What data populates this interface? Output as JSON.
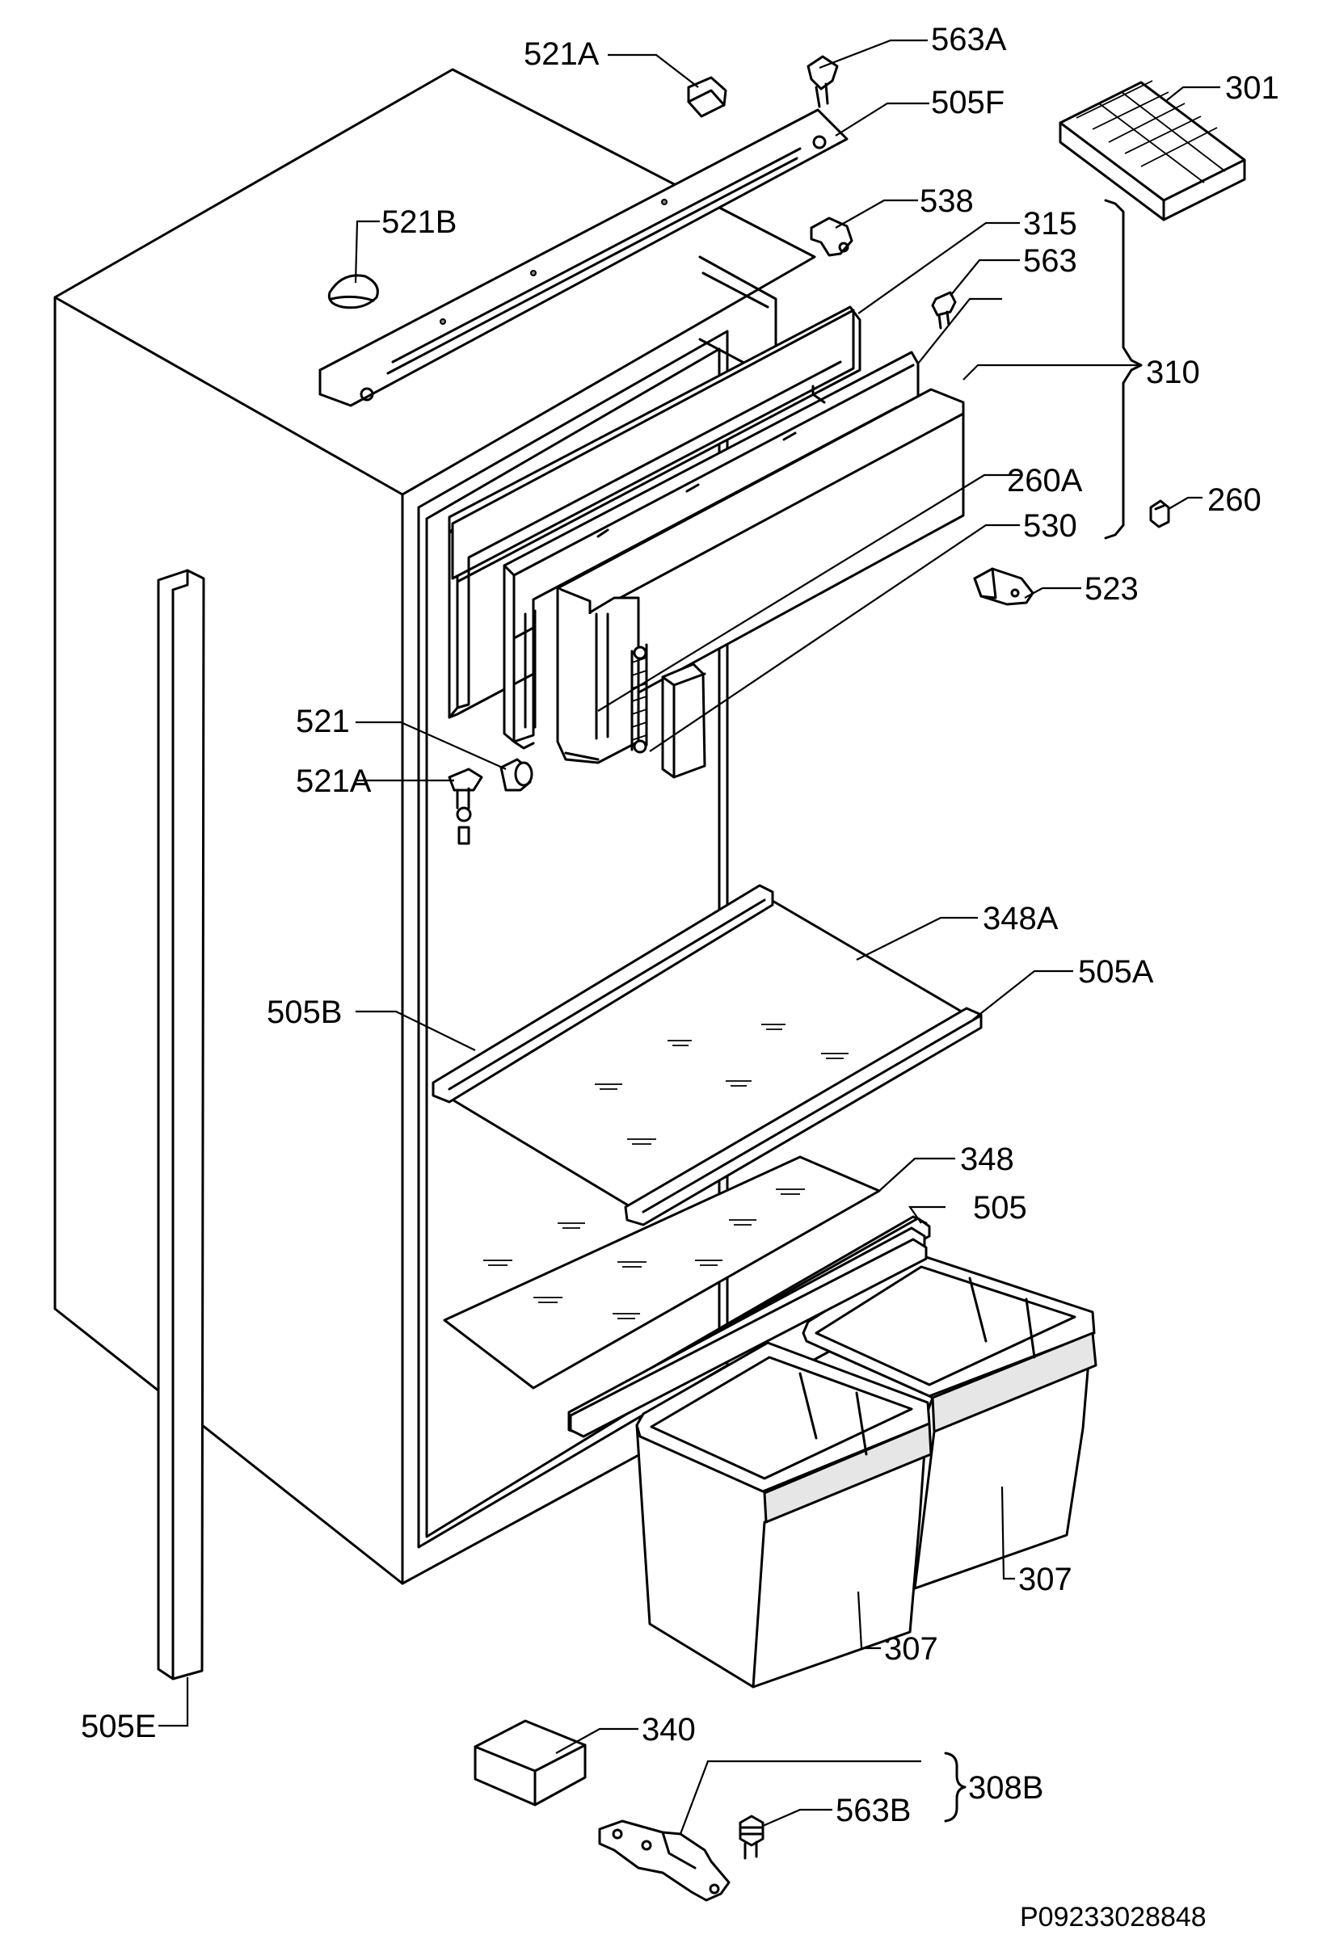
{
  "labels": [
    {
      "id": "l-521a-top",
      "num": "521",
      "suffix": "A"
    },
    {
      "id": "l-563a",
      "num": "563",
      "suffix": "A"
    },
    {
      "id": "l-505f",
      "num": "505",
      "suffix": "F"
    },
    {
      "id": "l-301",
      "num": "301",
      "suffix": ""
    },
    {
      "id": "l-521b",
      "num": "521",
      "suffix": "B"
    },
    {
      "id": "l-538",
      "num": "538",
      "suffix": ""
    },
    {
      "id": "l-315",
      "num": "315",
      "suffix": ""
    },
    {
      "id": "l-563",
      "num": "563",
      "suffix": ""
    },
    {
      "id": "l-310",
      "num": "310",
      "suffix": ""
    },
    {
      "id": "l-260a",
      "num": "260",
      "suffix": "A"
    },
    {
      "id": "l-260",
      "num": "260",
      "suffix": ""
    },
    {
      "id": "l-530",
      "num": "530",
      "suffix": ""
    },
    {
      "id": "l-523",
      "num": "523",
      "suffix": ""
    },
    {
      "id": "l-521",
      "num": "521",
      "suffix": ""
    },
    {
      "id": "l-521a-mid",
      "num": "521",
      "suffix": "A"
    },
    {
      "id": "l-348a",
      "num": "348",
      "suffix": "A"
    },
    {
      "id": "l-505a",
      "num": "505",
      "suffix": "A"
    },
    {
      "id": "l-505b",
      "num": "505",
      "suffix": "B"
    },
    {
      "id": "l-348",
      "num": "348",
      "suffix": ""
    },
    {
      "id": "l-505",
      "num": "505",
      "suffix": ""
    },
    {
      "id": "l-307-right",
      "num": "307",
      "suffix": ""
    },
    {
      "id": "l-307-left",
      "num": "307",
      "suffix": ""
    },
    {
      "id": "l-505e",
      "num": "505",
      "suffix": "E"
    },
    {
      "id": "l-340",
      "num": "340",
      "suffix": ""
    },
    {
      "id": "l-563b",
      "num": "563",
      "suffix": "B"
    },
    {
      "id": "l-308b",
      "num": "308",
      "suffix": "B"
    }
  ],
  "drawing_ref": "P09233028848"
}
